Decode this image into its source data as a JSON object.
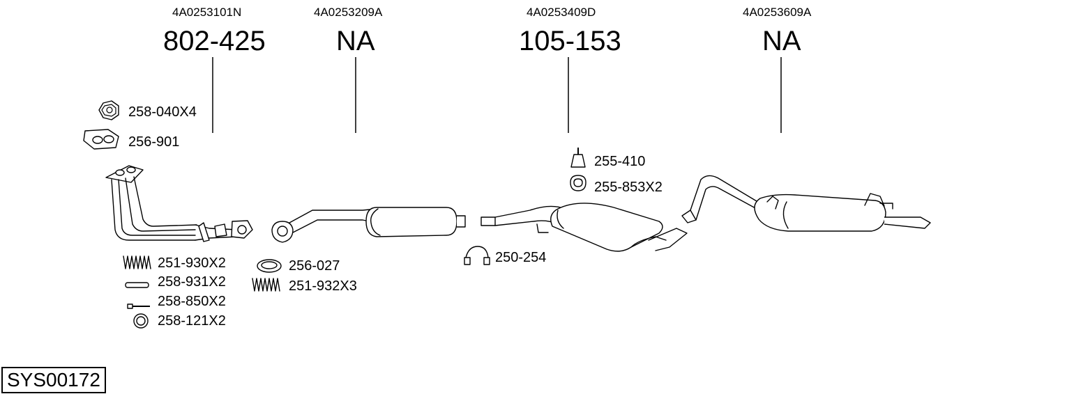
{
  "sections": [
    {
      "oem": "4A0253101N",
      "part": "802-425"
    },
    {
      "oem": "4A0253209A",
      "part": "NA"
    },
    {
      "oem": "4A0253409D",
      "part": "105-153"
    },
    {
      "oem": "4A0253609A",
      "part": "NA"
    }
  ],
  "accessories": {
    "nut": "258-040X4",
    "gasket_oval": "256-901",
    "spring_front": "251-930X2",
    "sleeve": "258-931X2",
    "bolt": "258-850X2",
    "ring_small": "258-121X2",
    "ring_gasket": "256-027",
    "spring_mid": "251-932X3",
    "clamp": "250-254",
    "rubber_mount": "255-410",
    "hanger_ring": "255-853X2"
  },
  "system_code": "SYS00172"
}
